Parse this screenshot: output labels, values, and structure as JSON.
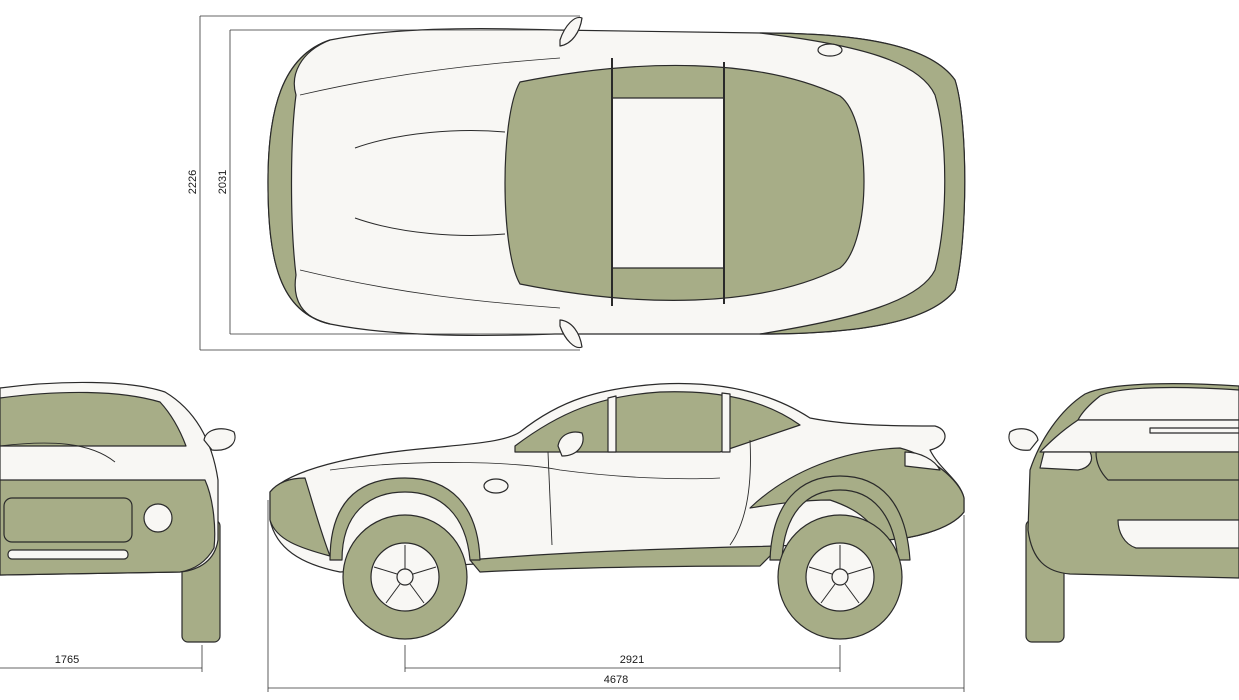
{
  "colors": {
    "body_fill": "#f8f7f4",
    "accent_fill": "#a7ad87",
    "outline": "#2a2a2a",
    "dimension_line": "#333333"
  },
  "dimensions": {
    "overall_width_with_mirrors": "2226",
    "overall_width": "2031",
    "track_width": "1765",
    "wheelbase": "2921",
    "overall_length": "4678"
  }
}
